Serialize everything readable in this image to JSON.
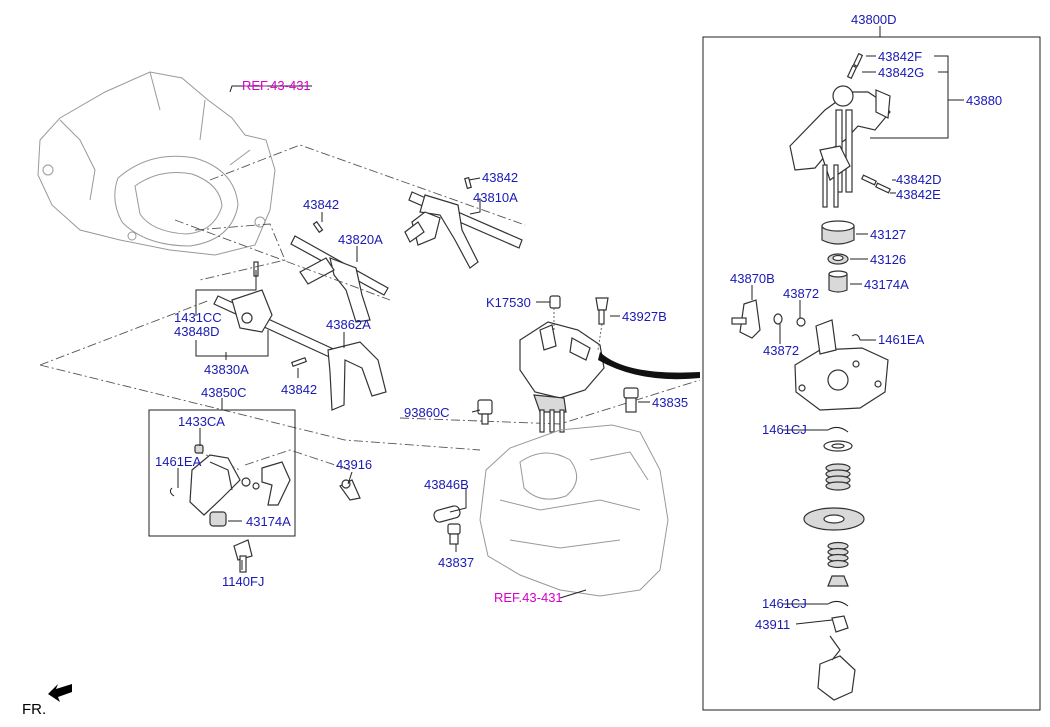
{
  "references": {
    "ref_top": "REF.43-431",
    "ref_bottom": "REF.43-431"
  },
  "labels": {
    "p43800D": "43800D",
    "p43842F": "43842F",
    "p43842G": "43842G",
    "p43880": "43880",
    "p43842D": "43842D",
    "p43842E": "43842E",
    "p43127": "43127",
    "p43126": "43126",
    "p43174A_right": "43174A",
    "p43870B": "43870B",
    "p43872_a": "43872",
    "p43872_b": "43872",
    "p1461EA_right": "1461EA",
    "p1461CJ_a": "1461CJ",
    "p1461CJ_b": "1461CJ",
    "p43911": "43911",
    "p43842_top": "43842",
    "p43810A": "43810A",
    "p43842_mid": "43842",
    "p43820A": "43820A",
    "p1431CC": "1431CC",
    "p43848D": "43848D",
    "p43862A": "43862A",
    "p43830A": "43830A",
    "p43842_low": "43842",
    "p43850C": "43850C",
    "p1433CA": "1433CA",
    "p1461EA_left": "1461EA",
    "p43174A_left": "43174A",
    "p43916": "43916",
    "p1140FJ": "1140FJ",
    "pK17530": "K17530",
    "p43927B": "43927B",
    "p93860C": "93860C",
    "p43835": "43835",
    "p43846B": "43846B",
    "p43837": "43837"
  },
  "direction": {
    "fr_label": "FR."
  },
  "colors": {
    "part_number": "#1a1ab4",
    "reference": "#d400c8",
    "line": "#222222"
  }
}
